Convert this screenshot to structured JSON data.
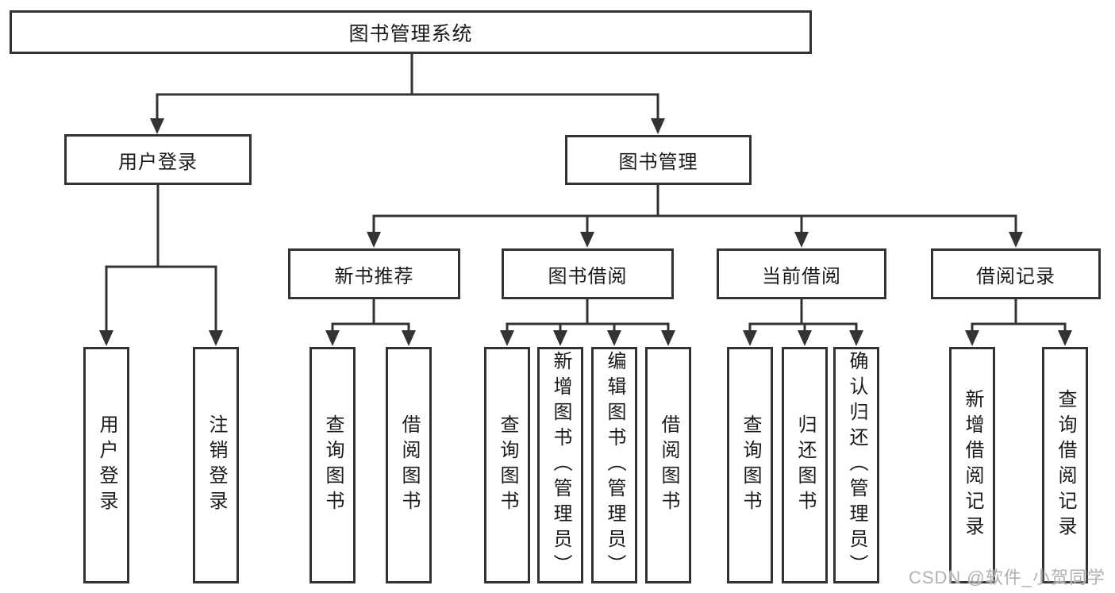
{
  "tree": {
    "label": "图书管理系统",
    "children": [
      {
        "label": "用户登录",
        "children": [
          {
            "label": "用户登录"
          },
          {
            "label": "注销登录"
          }
        ]
      },
      {
        "label": "图书管理",
        "children": [
          {
            "label": "新书推荐",
            "children": [
              {
                "label": "查询图书"
              },
              {
                "label": "借阅图书"
              }
            ]
          },
          {
            "label": "图书借阅",
            "children": [
              {
                "label": "查询图书"
              },
              {
                "label": "新增图书（管理员）"
              },
              {
                "label": "编辑图书（管理员）"
              },
              {
                "label": "借阅图书"
              }
            ]
          },
          {
            "label": "当前借阅",
            "children": [
              {
                "label": "查询图书"
              },
              {
                "label": "归还图书"
              },
              {
                "label": "确认归还（管理员）"
              }
            ]
          },
          {
            "label": "借阅记录",
            "children": [
              {
                "label": "新增借阅记录"
              },
              {
                "label": "查询借阅记录"
              }
            ]
          }
        ]
      }
    ]
  },
  "watermark": {
    "label": "CSDN @软件_小贺同学"
  },
  "colors": {
    "line": "#333333",
    "node_border": "#333333",
    "text": "#1a1a1a",
    "watermark": "#adadad",
    "background": "#ffffff"
  }
}
